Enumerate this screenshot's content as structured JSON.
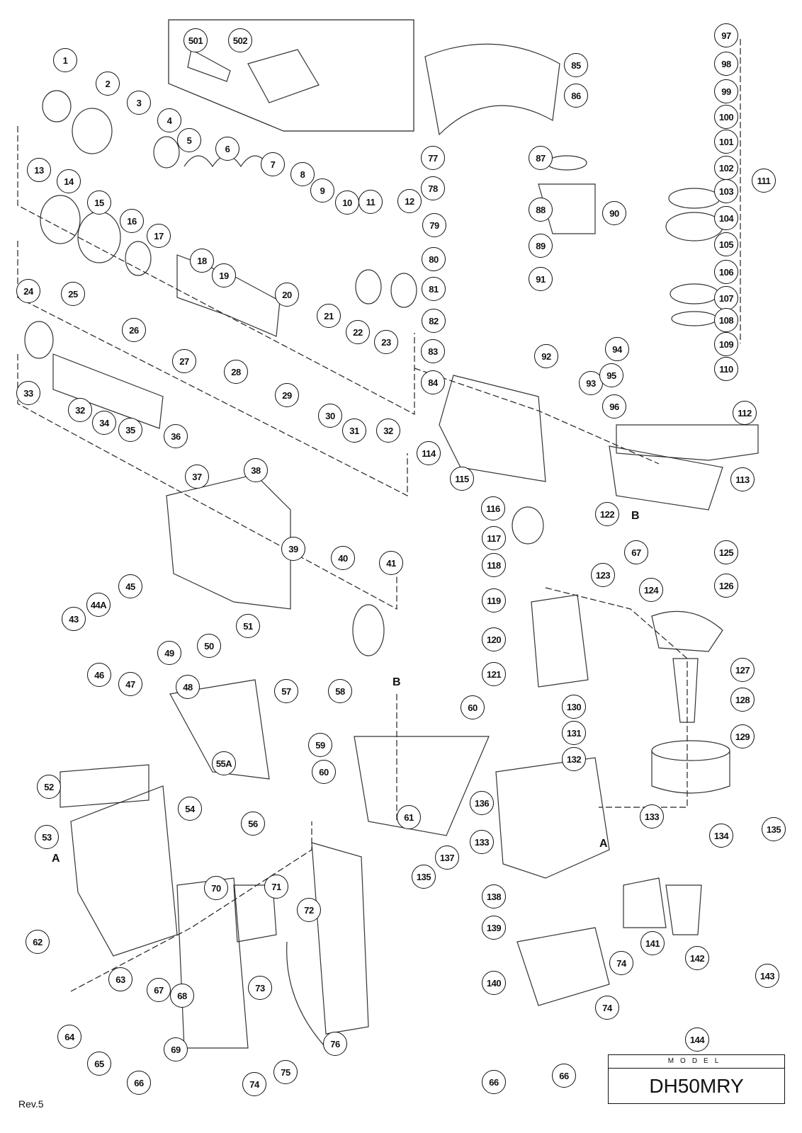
{
  "diagram": {
    "title": "Exploded parts diagram",
    "part_callouts": [
      "1",
      "2",
      "3",
      "4",
      "5",
      "6",
      "7",
      "8",
      "9",
      "10",
      "11",
      "12",
      "13",
      "14",
      "15",
      "16",
      "17",
      "18",
      "19",
      "20",
      "21",
      "22",
      "23",
      "24",
      "25",
      "26",
      "27",
      "28",
      "29",
      "30",
      "31",
      "32",
      "32",
      "33",
      "34",
      "35",
      "36",
      "37",
      "38",
      "39",
      "40",
      "41",
      "43",
      "44A",
      "45",
      "46",
      "47",
      "48",
      "49",
      "50",
      "51",
      "52",
      "53",
      "54",
      "55A",
      "56",
      "57",
      "58",
      "59",
      "60",
      "60",
      "61",
      "62",
      "63",
      "64",
      "65",
      "66",
      "67",
      "68",
      "69",
      "70",
      "71",
      "72",
      "73",
      "74",
      "75",
      "76",
      "77",
      "78",
      "79",
      "80",
      "81",
      "82",
      "83",
      "84",
      "85",
      "86",
      "87",
      "88",
      "89",
      "90",
      "91",
      "92",
      "93",
      "94",
      "95",
      "96",
      "97",
      "98",
      "99",
      "100",
      "101",
      "102",
      "103",
      "104",
      "105",
      "106",
      "107",
      "108",
      "109",
      "110",
      "111",
      "112",
      "113",
      "114",
      "115",
      "116",
      "117",
      "118",
      "119",
      "120",
      "121",
      "122",
      "123",
      "124",
      "125",
      "126",
      "127",
      "128",
      "129",
      "130",
      "131",
      "132",
      "133",
      "133",
      "134",
      "135",
      "135",
      "136",
      "137",
      "138",
      "139",
      "140",
      "141",
      "142",
      "143",
      "144",
      "501",
      "502",
      "66",
      "67",
      "74",
      "66",
      "74"
    ],
    "section_markers": [
      "A",
      "A",
      "B",
      "B"
    ]
  },
  "model": {
    "label": "MODEL",
    "value": "DH50MRY"
  },
  "revision": "Rev.5"
}
